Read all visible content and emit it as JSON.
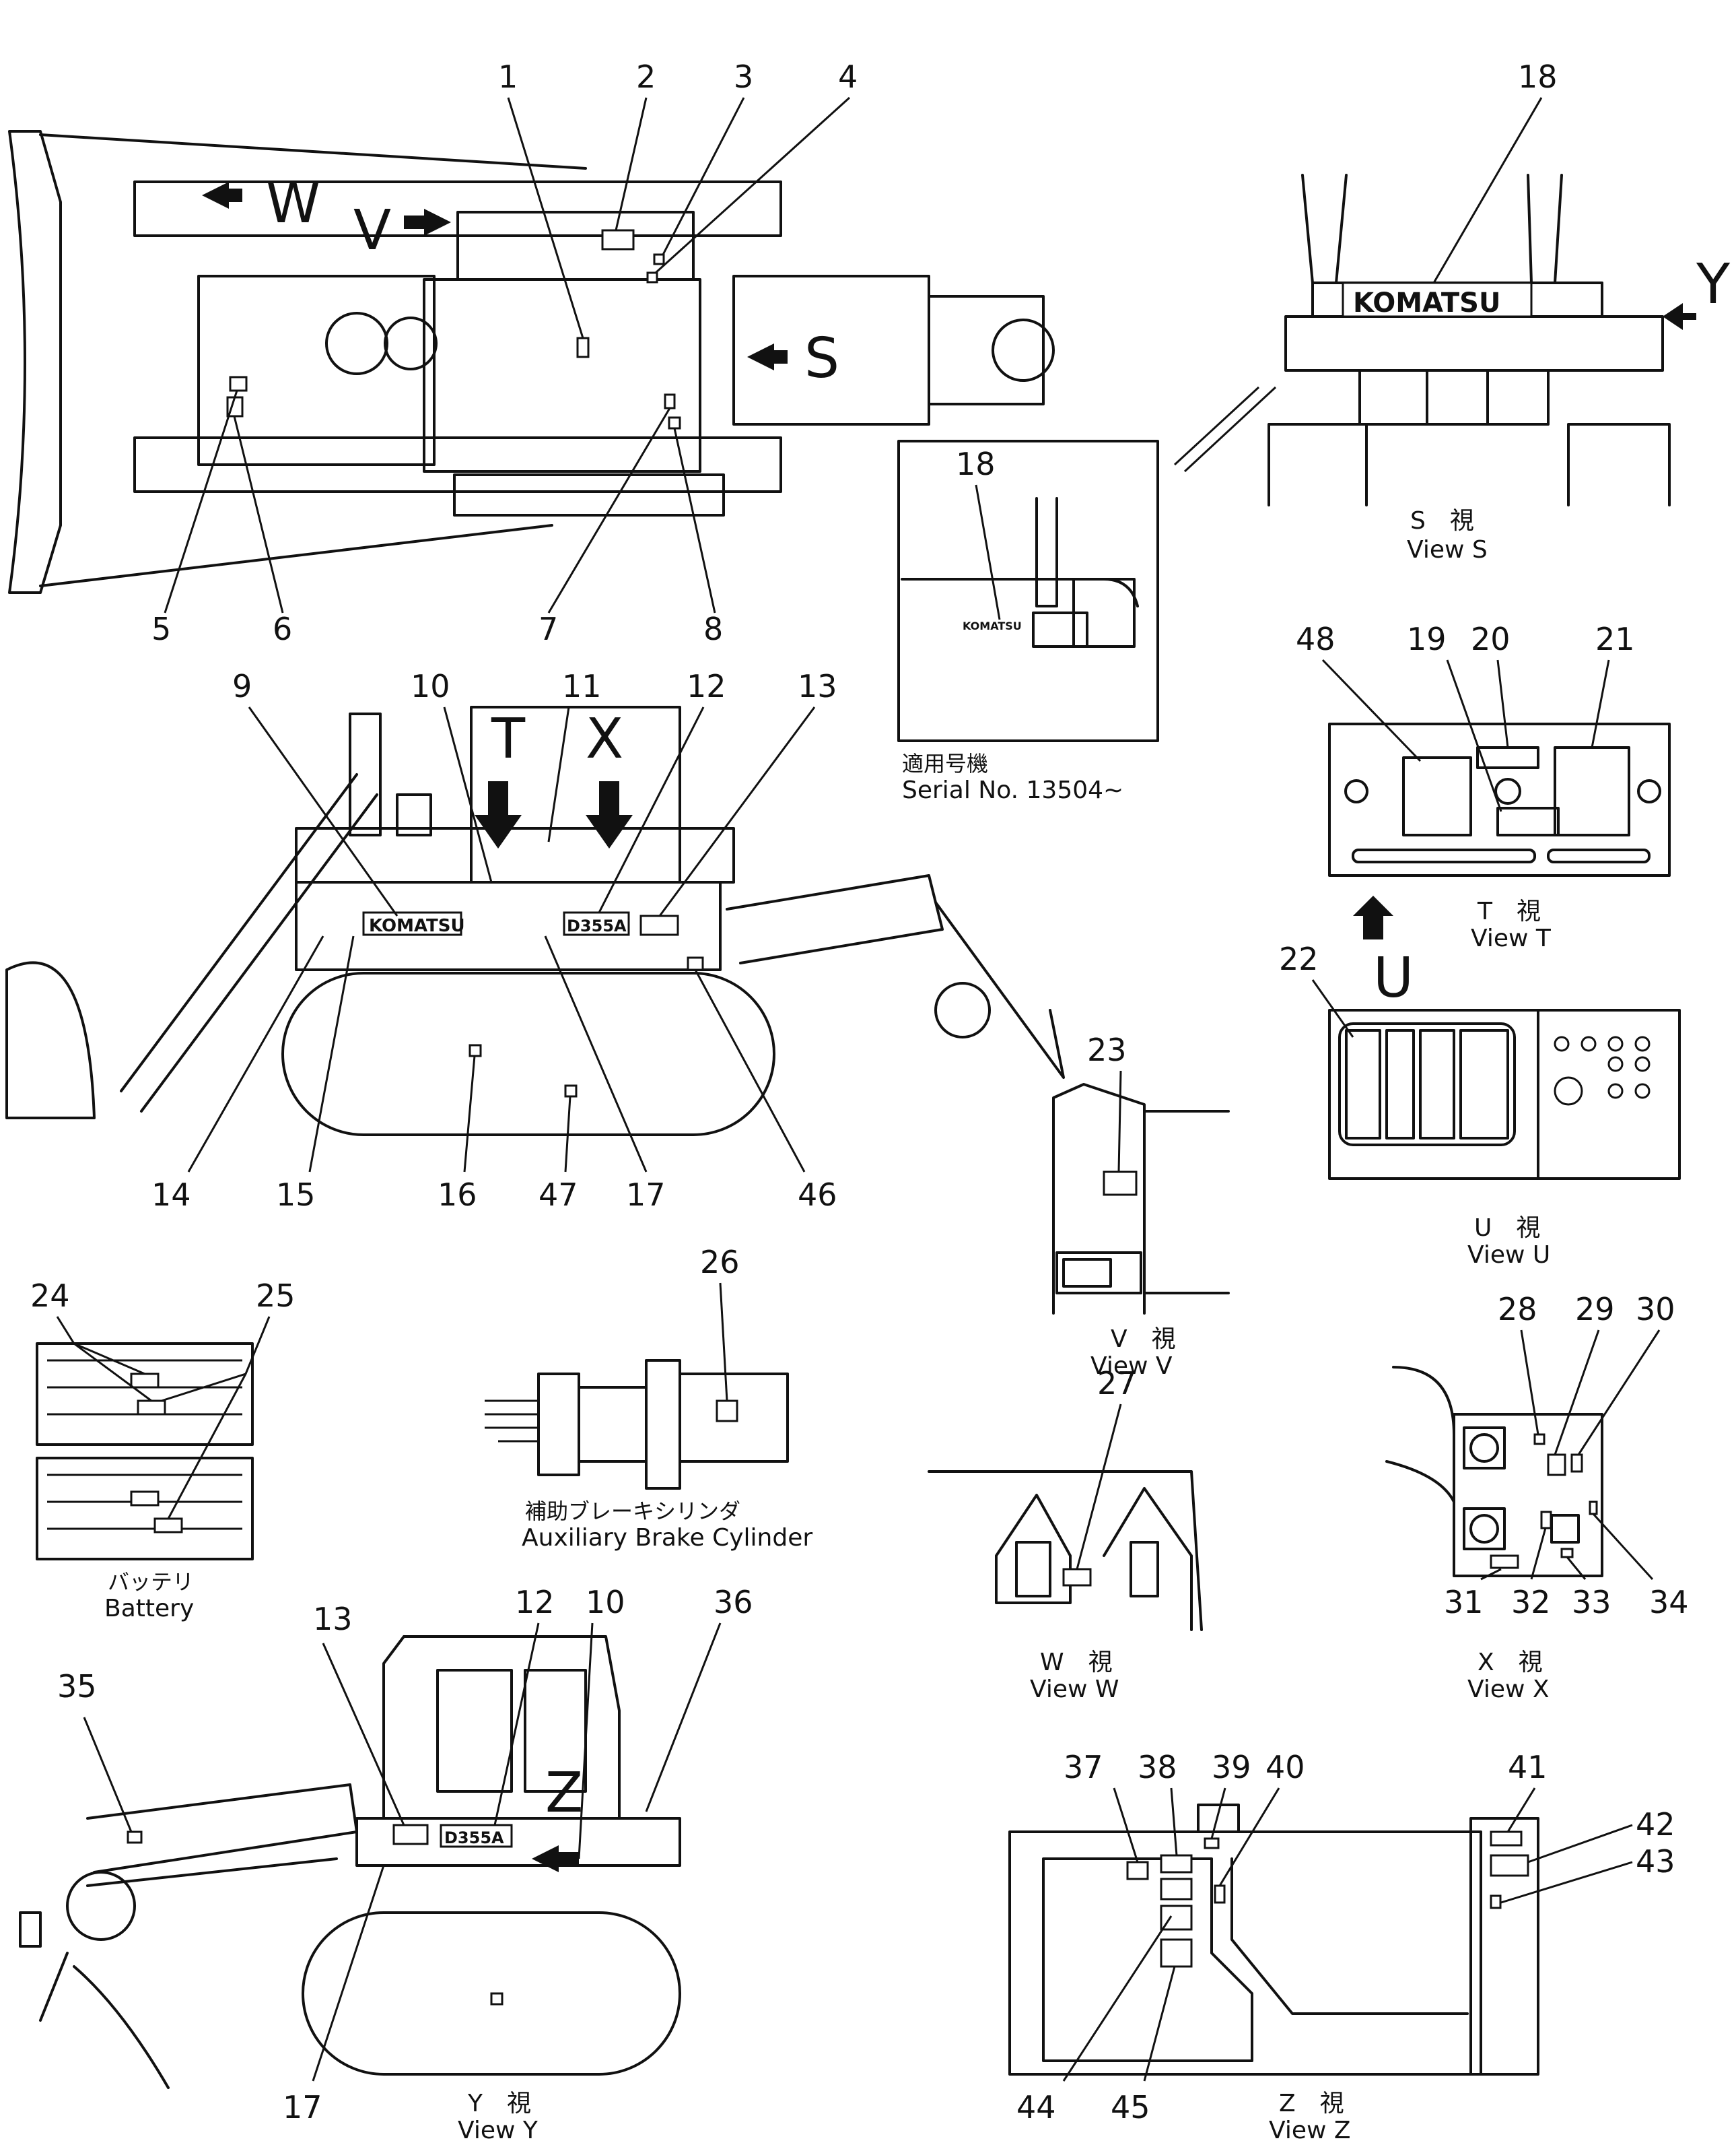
{
  "callouts": [
    "1",
    "2",
    "3",
    "4",
    "5",
    "6",
    "7",
    "8",
    "9",
    "10",
    "11",
    "12",
    "13",
    "14",
    "15",
    "16",
    "17",
    "18",
    "19",
    "20",
    "21",
    "22",
    "23",
    "24",
    "25",
    "26",
    "27",
    "28",
    "29",
    "30",
    "31",
    "32",
    "33",
    "34",
    "35",
    "36",
    "37",
    "38",
    "39",
    "40",
    "41",
    "42",
    "43",
    "44",
    "45",
    "46",
    "47",
    "48"
  ],
  "view_letters": {
    "w": "W",
    "v": "V",
    "s": "S",
    "y": "Y",
    "t": "T",
    "x": "X",
    "u": "U",
    "z": "Z"
  },
  "brand": {
    "komatsu_large": "KOMATSU",
    "komatsu_small": "KOMATSU",
    "komatsu_side": "KOMATSU",
    "model": "D355A"
  },
  "captions": {
    "view_s_ja": "S　視",
    "view_s": "View  S",
    "serial_ja": "適用号機",
    "serial": "Serial  No.  13504∼",
    "view_t_ja": "T　視",
    "view_t": "View  T",
    "view_u_ja": "U　視",
    "view_u": "View  U",
    "view_v_ja": "V　視",
    "view_v": "View  V",
    "view_w_ja": "W　視",
    "view_w": "View  W",
    "view_x_ja": "X　視",
    "view_x": "View  X",
    "view_y_ja": "Y　視",
    "view_y": "View  Y",
    "view_z_ja": "Z　視",
    "view_z": "View  Z",
    "battery_ja": "バッテリ",
    "battery": "Battery",
    "brake_ja": "補助ブレーキシリンダ",
    "brake": "Auxiliary  Brake  Cylinder"
  }
}
